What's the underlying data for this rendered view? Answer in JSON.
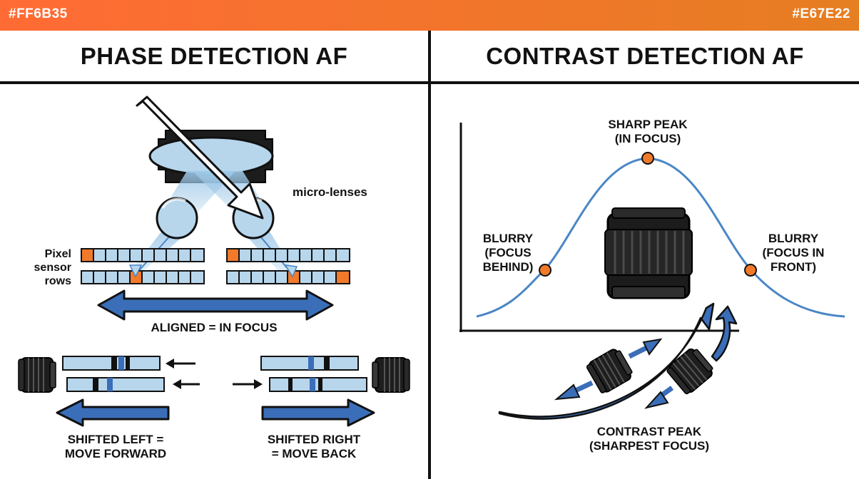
{
  "header": {
    "left_color_label": "#FF6B35",
    "right_color_label": "#E67E22"
  },
  "colors": {
    "accent_left": "#FF6B35",
    "accent_right": "#E67E22",
    "blue": "#3B6EB8",
    "light_blue": "#B7D6EC",
    "orange_dot": "#F07A2A",
    "dark": "#111111"
  },
  "phase": {
    "title": "PHASE DETECTION AF",
    "micro_lenses_label": "micro-lenses",
    "pixel_rows_label": [
      "Pixel",
      "sensor",
      "rows"
    ],
    "aligned_label": "ALIGNED = IN FOCUS",
    "shifted_left_label": [
      "SHIFTED LEFT =",
      "MOVE FORWARD"
    ],
    "shifted_right_label": [
      "SHIFTED RIGHT",
      "= MOVE BACK"
    ]
  },
  "contrast": {
    "title": "CONTRAST DETECTION AF",
    "peak_label": [
      "SHARP PEAK",
      "(IN FOCUS)"
    ],
    "blurry_left_label": [
      "BLURRY",
      "(FOCUS",
      "BEHIND)"
    ],
    "blurry_right_label": [
      "BLURRY",
      "(FOCUS IN",
      "FRONT)"
    ],
    "contrast_peak_label": [
      "CONTRAST PEAK",
      "(SHARPEST FOCUS)"
    ]
  }
}
